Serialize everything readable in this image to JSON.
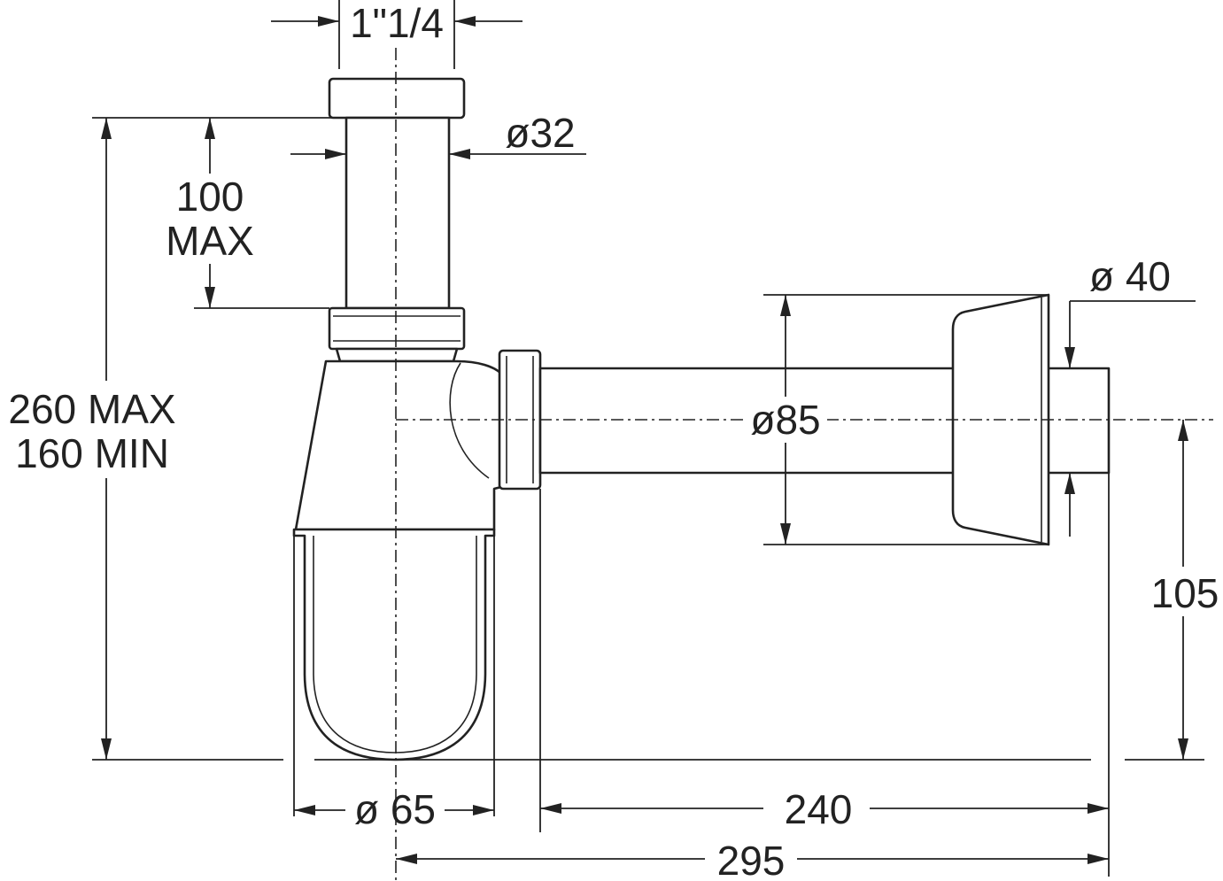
{
  "drawing": {
    "labels": {
      "thread": "1\"1/4",
      "tube_diameter": "ø32",
      "riser_height_value": "100",
      "riser_height_note": "MAX",
      "total_height_max": "260 MAX",
      "total_height_min": "160 MIN",
      "outlet_diameter": "ø 40",
      "rosette_diameter": "ø85",
      "outlet_height": "105",
      "bottle_diameter": "ø 65",
      "pipe_length": "240",
      "overall_length": "295"
    }
  }
}
